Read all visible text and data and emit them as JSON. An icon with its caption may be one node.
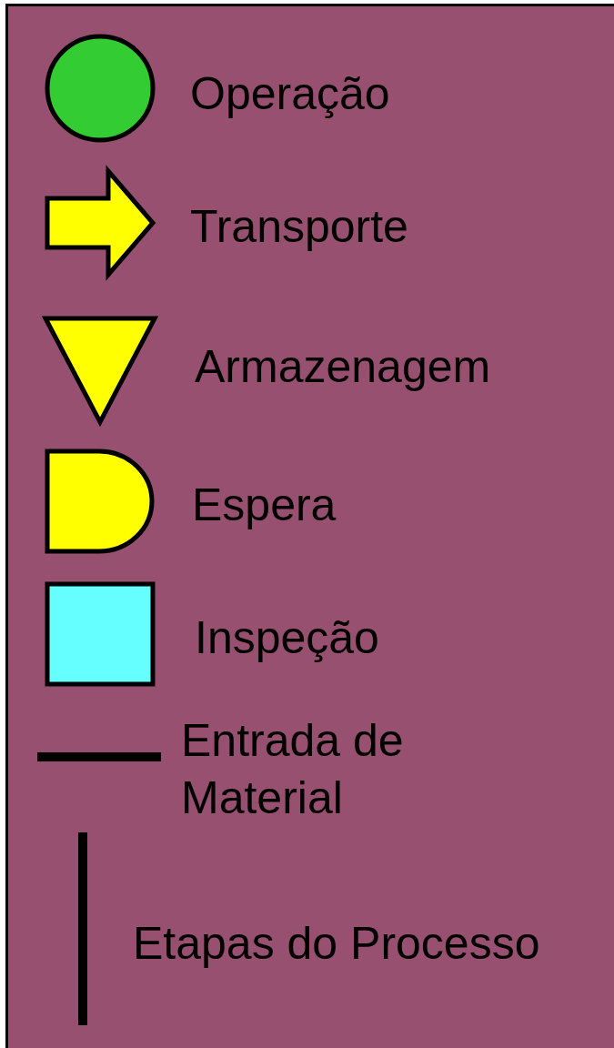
{
  "diagram": {
    "legend": [
      {
        "text": "Operação"
      },
      {
        "text": "Transporte"
      },
      {
        "text": "Armazenagem"
      },
      {
        "text": "Espera"
      },
      {
        "text": "Inspeção"
      },
      {
        "text": "Entrada de Material"
      },
      {
        "text": "Etapas do Processo"
      }
    ]
  }
}
